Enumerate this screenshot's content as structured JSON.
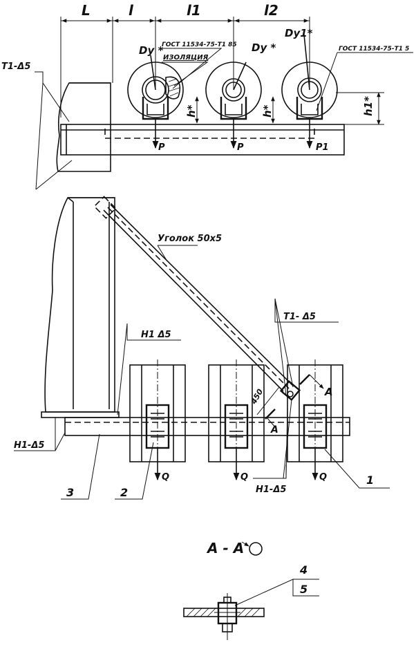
{
  "dimensions": {
    "l_first": "L",
    "l_second": "l",
    "l1": "l1",
    "l2": "l2",
    "h1": "h*",
    "h2": "h*",
    "h3": "h1*"
  },
  "pipes": {
    "dy1": "Dy *",
    "dy2": "Dy *",
    "dy3": "Dy1*"
  },
  "standards": {
    "gost_insulated": "ГОСТ 11534-75-Т1 85",
    "gost_right": "ГОСТ 11534-75-Т1 5",
    "insulation": "ИЗОЛЯЦИЯ"
  },
  "loads": {
    "p_left": "P",
    "p_middle": "P",
    "p_right": "P1",
    "q_left": "Q",
    "q_middle": "Q",
    "q_right": "Q"
  },
  "welds": {
    "t1_top": "Т1-Δ5",
    "t1_brace": "Т1- Δ5",
    "h1_upper": "Н1 Δ5",
    "h1_left": "Н1-Δ5",
    "h1_bottom": "Н1-Δ5"
  },
  "labels": {
    "angle": "Уголок 50х5",
    "dim_450": "450",
    "section_a": "A",
    "section_a2": "A",
    "section_title": "A - A"
  },
  "callouts": {
    "c1": "1",
    "c2": "2",
    "c3": "3",
    "c4": "4",
    "c5": "5"
  }
}
